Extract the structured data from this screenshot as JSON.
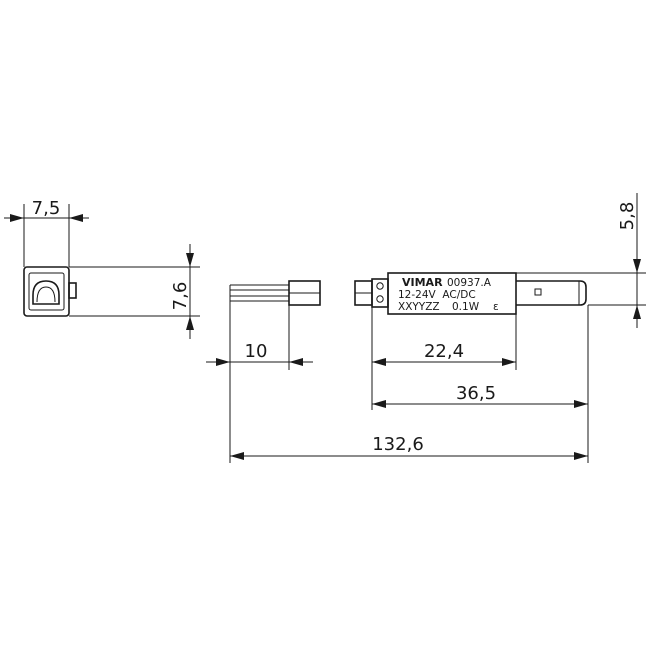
{
  "dimensions": {
    "end_width": "7,5",
    "end_height": "7,6",
    "wire_length": "10",
    "body_length": "22,4",
    "module_length": "36,5",
    "total_length": "132,6",
    "overall_height": "5,8"
  },
  "product_label": {
    "brand": "VIMAR",
    "code": "00937.A",
    "voltage": "12-24V  AC/DC",
    "batch": "XXYYZZ",
    "power": "0.1W",
    "mark": "ε"
  },
  "colors": {
    "line": "#1a1a1a",
    "background": "#ffffff"
  }
}
